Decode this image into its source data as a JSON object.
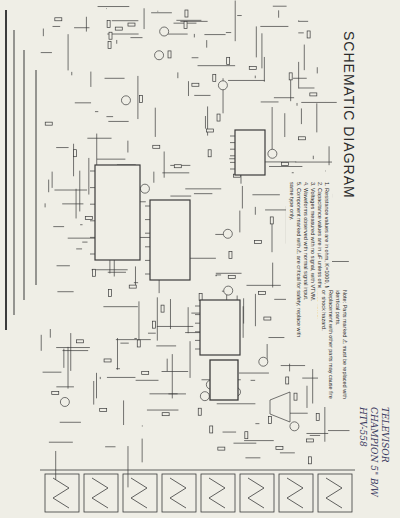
{
  "diagram": {
    "title": "SCHEMATIC DIAGRAM",
    "labels": [
      "1. Resistance values are in ohm, K=1000, M=1000000.",
      "2. Capacitance values are in μF unless otherwise noted.",
      "3. Voltages measured with no signal, with VTVM.",
      "4. Waveforms observed with normal signal input.",
      "5. Component marked with ⚠ are critical for safety; replace with same type only.",
      "Note: Parts marked ⚠ must be replaced with identical parts.",
      "Replacement with other parts may cause fire or shock hazard.",
      "TELEVISOR",
      "CHAMPION 5\" B/W",
      "HTV-558"
    ]
  }
}
